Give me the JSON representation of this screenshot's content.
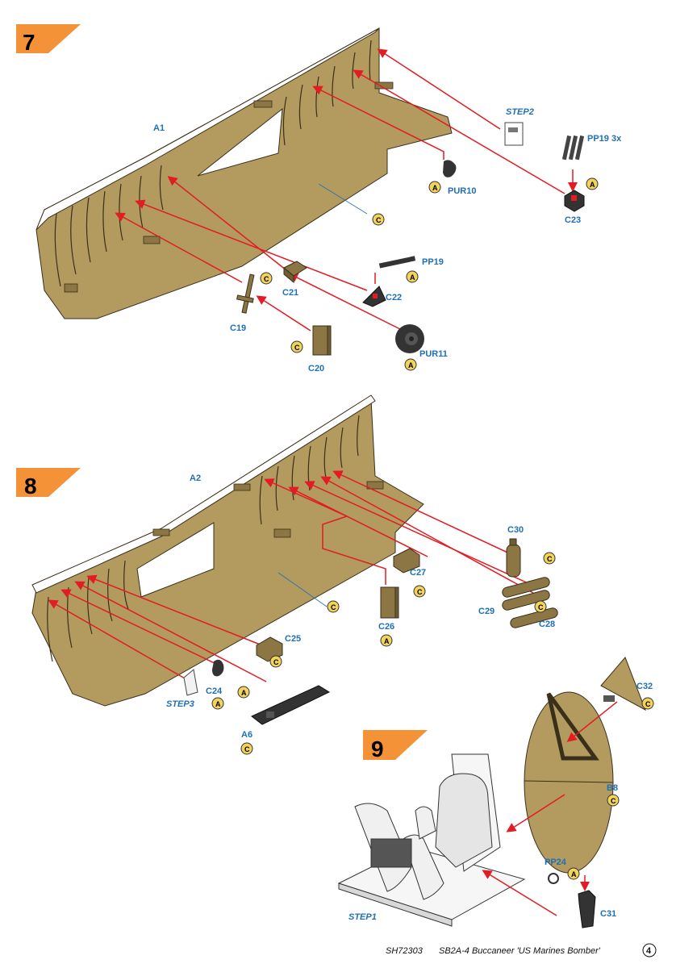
{
  "colors": {
    "interior": "#b39a5f",
    "interior_dark": "#8c7644",
    "arrow": "#e31b23",
    "step_badge": "#f39237",
    "label_blue": "#1f6fb7",
    "paint_chip": "#f2d35b"
  },
  "steps": [
    {
      "number": "7"
    },
    {
      "number": "8"
    },
    {
      "number": "9"
    }
  ],
  "labels": {
    "step7": {
      "a1": "A1",
      "step2": "STEP2",
      "pp19_3x": "PP19 3x",
      "pur10": "PUR10",
      "c23": "C23",
      "pp19": "PP19",
      "c21": "C21",
      "c22": "C22",
      "c19": "C19",
      "c20": "C20",
      "pur11": "PUR11"
    },
    "step8": {
      "a2": "A2",
      "c30": "C30",
      "c27": "C27",
      "c26": "C26",
      "c29": "C29",
      "c28": "C28",
      "c25": "C25",
      "c24": "C24",
      "step3": "STEP3",
      "a6": "A6"
    },
    "step9": {
      "c32": "C32",
      "b8": "B8",
      "pp24": "PP24",
      "c31": "C31",
      "step1": "STEP1"
    }
  },
  "paint_refs": {
    "letters": [
      "A",
      "C"
    ]
  },
  "footer": {
    "code": "SH72303",
    "title": "SB2A-4 Buccaneer 'US Marines Bomber'",
    "page": "4"
  },
  "icons": [
    "paint-chip-icon",
    "step-badge-icon"
  ]
}
